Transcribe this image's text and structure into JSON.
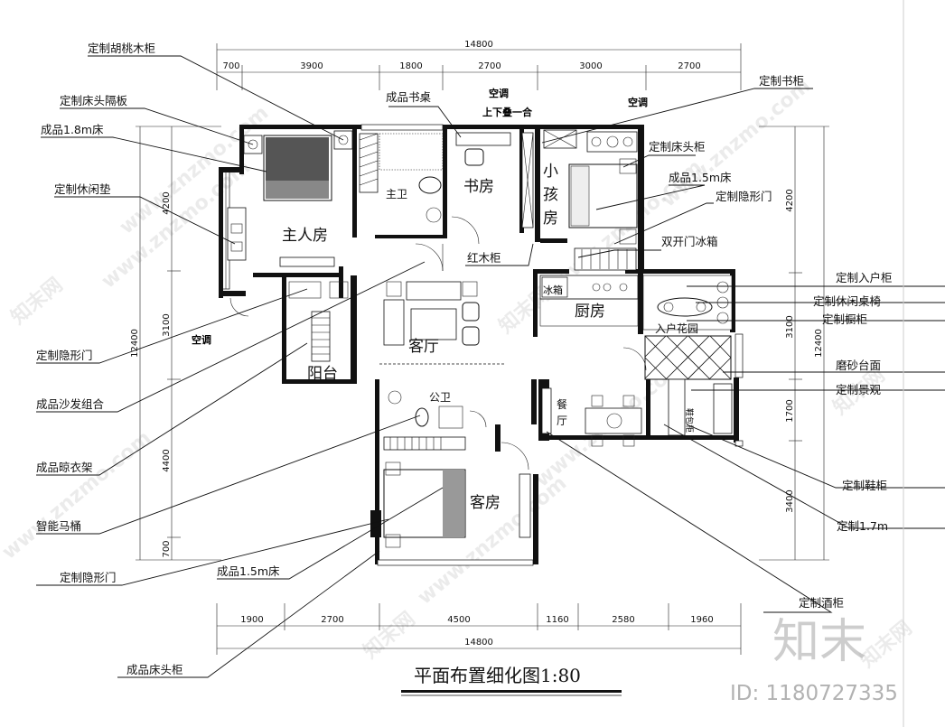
{
  "title": "平面布置细化图1:80",
  "watermark": {
    "logo": "知末",
    "id": "ID: 1180727335",
    "tiles": [
      "www.znzmo.com",
      "知末网"
    ]
  },
  "dimensions": {
    "total": "14800",
    "top": [
      "700",
      "3900",
      "1800",
      "2700",
      "3000",
      "2700"
    ],
    "bottom": [
      "1900",
      "2700",
      "4500",
      "1160",
      "2580",
      "1960"
    ],
    "total_bottom": "14800",
    "left_total": "12400",
    "left": [
      "4200",
      "3100",
      "4400",
      "700"
    ],
    "right_total": "12400",
    "right": [
      "4200",
      "3100",
      "1700",
      "3400"
    ]
  },
  "rooms": {
    "master": "主人房",
    "master_bath": "主卫",
    "study": "书房",
    "kids": "小孩房",
    "living": "客厅",
    "balcony": "阳台",
    "kitchen": "厨房",
    "entry_garden": "入户花园",
    "public_bath": "公卫",
    "dining": "餐厅",
    "guest": "客房"
  },
  "plan_text": {
    "top_mark_1": "空调",
    "top_mark_2": "上下叠一合",
    "top_mark_3": "空调",
    "left_mark": "空调",
    "fridge": "冰箱",
    "shoe_cabinet": "鞋包柜"
  },
  "labels_left": [
    "定制胡桃木柜",
    "定制床头隔板",
    "成品1.8m床",
    "定制休闲垫",
    "定制隐形门",
    "成品沙发组合",
    "成品晾衣架",
    "智能马桶",
    "定制隐形门",
    "成品1.5m床",
    "成品床头柜"
  ],
  "labels_center": [
    "成品书桌",
    "红木柜",
    "定制酒柜"
  ],
  "labels_right": [
    "定制书柜",
    "定制床头柜",
    "成品1.5m床",
    "定制隐形门",
    "双开门冰箱",
    "定制入户柜",
    "定制休闲桌椅",
    "定制橱柜",
    "磨砂台面",
    "定制景观",
    "定制鞋柜",
    "定制1.7m"
  ]
}
